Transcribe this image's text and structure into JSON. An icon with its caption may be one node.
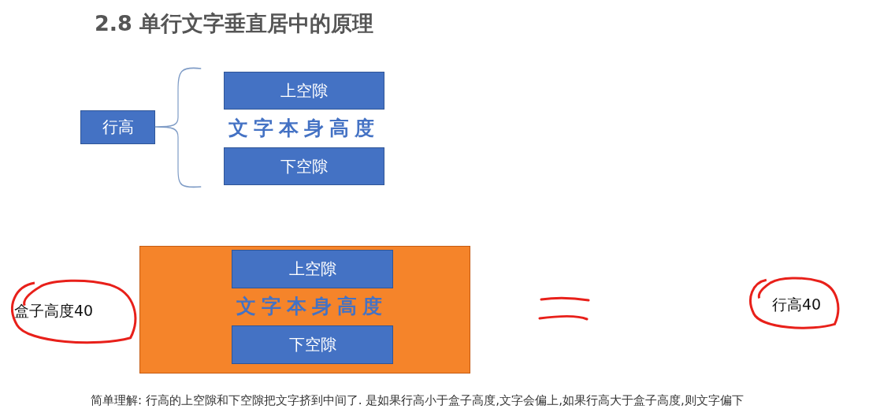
{
  "diagram": {
    "title": "2.8 单行文字垂直居中的原理",
    "nodes": [
      {
        "text": [
          "行高"
        ]
      },
      {
        "text": [
          "上空隙"
        ]
      },
      {
        "text": [
          "下空隙"
        ]
      },
      {
        "text": [
          "盒子高度40"
        ]
      },
      {
        "text": [
          "文字本身高度"
        ]
      },
      {
        "text": [
          "上空隙"
        ],
        "in": 4
      },
      {
        "text": [
          "下空隙"
        ],
        "in": 4
      },
      {
        "text": [
          "行高40"
        ]
      }
    ],
    "labels": [
      "文字本身高度"
    ],
    "caption": "简单理解: 行高的上空隙和下空隙把文字挤到中间了. 是如果行高小于盒子高度,文字会偏上,如果行高大于盒子高度,则文字偏下"
  }
}
